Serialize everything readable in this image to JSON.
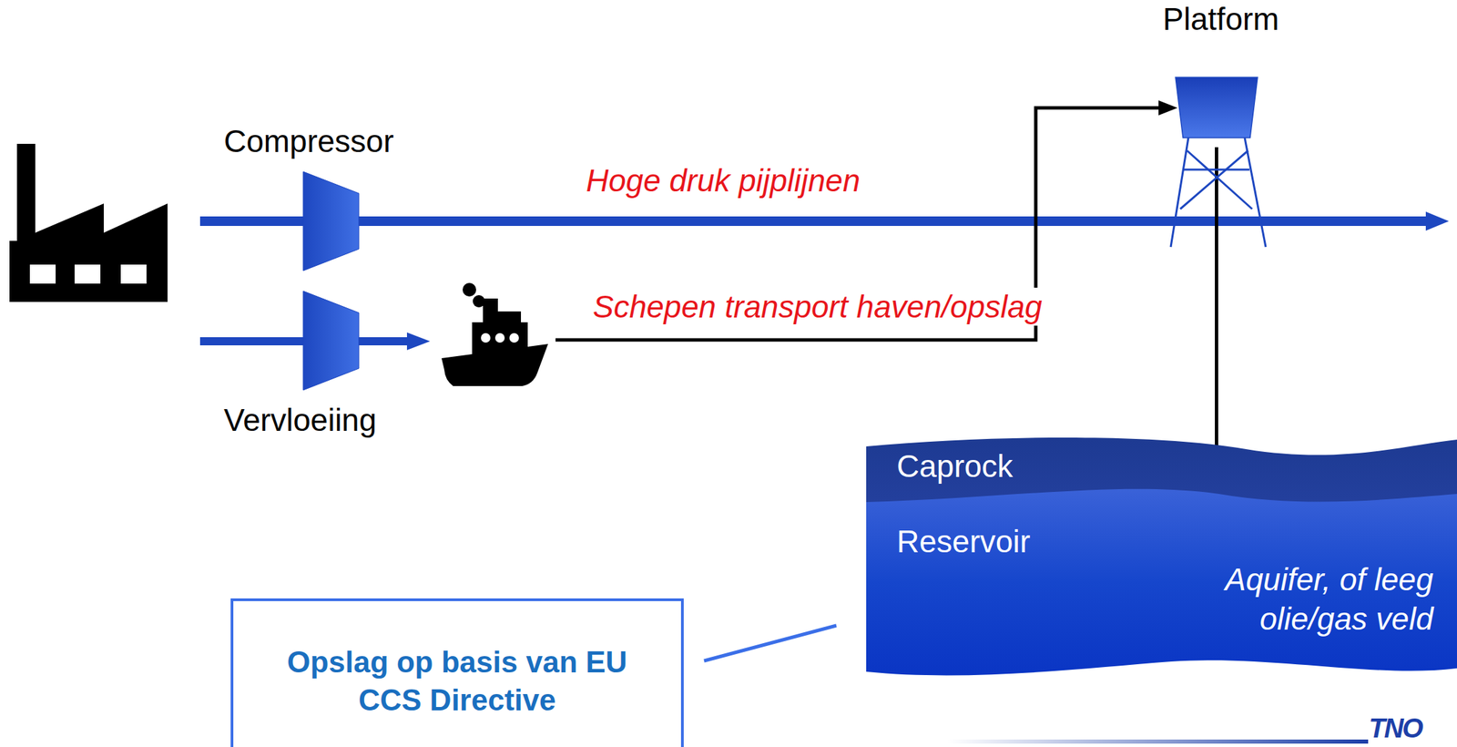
{
  "diagram": {
    "nodes": [
      {
        "text": [
          "Compressor"
        ]
      },
      {
        "text": [
          "Vervloeiing"
        ]
      },
      {
        "text": [
          "Platform"
        ]
      },
      {
        "text": [
          "Caprock"
        ]
      },
      {
        "text": [
          "Reservoir",
          "Aquifer, of leeg olie/gas veld"
        ]
      },
      {
        "text": [
          "Opslag op basis van EU CCS Directive"
        ]
      }
    ],
    "edges": [
      {
        "from": 2,
        "to": 4,
        "arrow": "to"
      },
      {
        "from": 5,
        "to": 4,
        "arrow": "none"
      }
    ],
    "labels": [
      "Hoge druk pijplijnen",
      "Schepen transport haven/opslag",
      "TNO"
    ]
  }
}
